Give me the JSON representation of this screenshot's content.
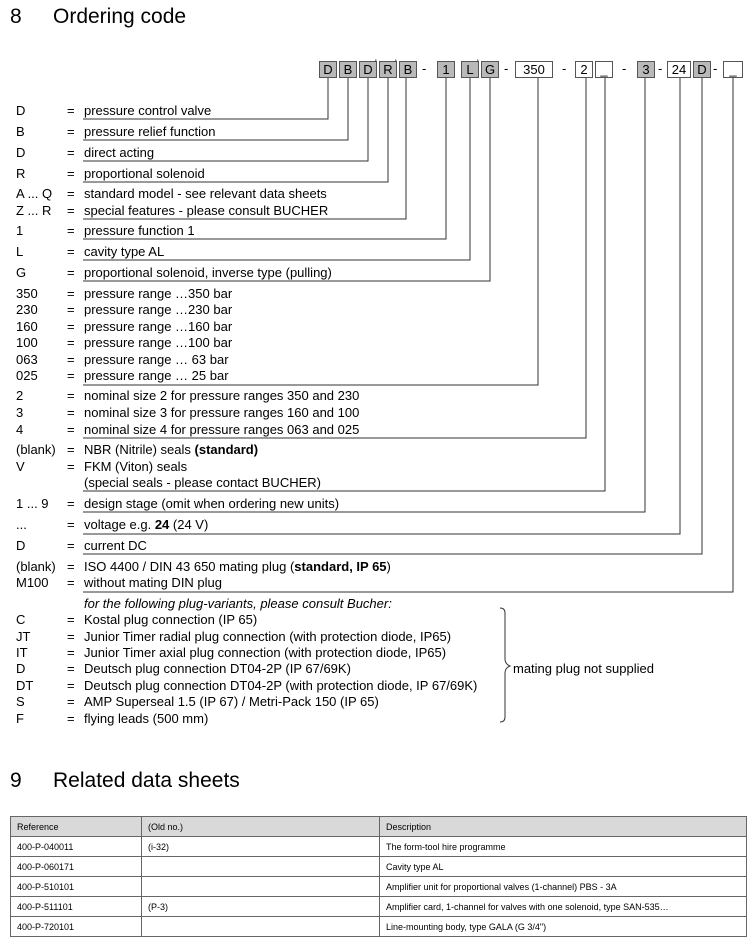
{
  "section8": {
    "number": "8",
    "title": "Ordering code"
  },
  "code_boxes": [
    {
      "label": "D",
      "color": "gray"
    },
    {
      "label": "B",
      "color": "gray"
    },
    {
      "label": "D",
      "color": "gray"
    },
    {
      "label": "R",
      "color": "gray"
    },
    {
      "label": "B",
      "color": "gray"
    },
    {
      "label": "1",
      "color": "gray"
    },
    {
      "label": "L",
      "color": "gray"
    },
    {
      "label": "G",
      "color": "gray"
    },
    {
      "label": "350",
      "color": "white"
    },
    {
      "label": "2",
      "color": "white"
    },
    {
      "label": "_",
      "color": "white"
    },
    {
      "label": "3",
      "color": "gray"
    },
    {
      "label": "24",
      "color": "white"
    },
    {
      "label": "D",
      "color": "gray"
    },
    {
      "label": "_",
      "color": "white"
    }
  ],
  "separators": [
    "-",
    "-",
    "-",
    "-",
    "-",
    "-"
  ],
  "ticks": [
    "'",
    "'",
    "'"
  ],
  "rows": [
    {
      "code": "D",
      "eq": "=",
      "desc": "pressure control valve"
    },
    {
      "code": "B",
      "eq": "=",
      "desc": "pressure relief function"
    },
    {
      "code": "D",
      "eq": "=",
      "desc": "direct acting"
    },
    {
      "code": "R",
      "eq": "=",
      "desc": "proportional solenoid"
    },
    {
      "code": "A ... Q",
      "eq": "=",
      "desc": "standard model - see relevant data sheets"
    },
    {
      "code": "Z ... R",
      "eq": "=",
      "desc": "special features - please consult BUCHER"
    },
    {
      "code": "1",
      "eq": "=",
      "desc": "pressure function 1"
    },
    {
      "code": "L",
      "eq": "=",
      "desc": "cavity type AL"
    },
    {
      "code": "G",
      "eq": "=",
      "desc": "proportional solenoid, inverse type (pulling)"
    },
    {
      "code": "350",
      "eq": "=",
      "desc": "pressure range …350 bar"
    },
    {
      "code": "230",
      "eq": "=",
      "desc": "pressure range …230 bar"
    },
    {
      "code": "160",
      "eq": "=",
      "desc": "pressure range …160 bar"
    },
    {
      "code": "100",
      "eq": "=",
      "desc": "pressure range …100 bar"
    },
    {
      "code": "063",
      "eq": "=",
      "desc": "pressure range …  63 bar"
    },
    {
      "code": "025",
      "eq": "=",
      "desc": "pressure range …  25 bar"
    },
    {
      "code": "2",
      "eq": "=",
      "desc": "nominal size 2 for pressure ranges 350 and 230"
    },
    {
      "code": "3",
      "eq": "=",
      "desc": "nominal size 3 for pressure ranges 160 and 100"
    },
    {
      "code": "4",
      "eq": "=",
      "desc": "nominal size 4 for pressure ranges 063 and 025"
    },
    {
      "code": "(blank)",
      "eq": "=",
      "desc": "NBR (Nitrile) seals ",
      "bold": "(standard)"
    },
    {
      "code": "V",
      "eq": "=",
      "desc": "FKM (Viton) seals"
    },
    {
      "code": "",
      "eq": "",
      "desc": "(special seals - please contact BUCHER)"
    },
    {
      "code": "1 ... 9",
      "eq": "=",
      "desc": "design stage (omit when ordering new units)"
    },
    {
      "code": "...",
      "eq": "=",
      "desc": "voltage e.g. ",
      "bold": "24",
      "after": " (24 V)"
    },
    {
      "code": "D",
      "eq": "=",
      "desc": "current  DC"
    },
    {
      "code": "(blank)",
      "eq": "=",
      "desc": "ISO 4400 / DIN 43 650 mating plug (",
      "bold": "standard, IP 65",
      "after": ")"
    },
    {
      "code": "M100",
      "eq": "=",
      "desc": "without mating DIN plug"
    },
    {
      "code": "",
      "eq": "",
      "desc": "for the following plug-variants, please consult Bucher:",
      "italic": true
    },
    {
      "code": "C",
      "eq": "=",
      "desc": "Kostal plug connection (IP 65)"
    },
    {
      "code": "JT",
      "eq": "=",
      "desc": "Junior Timer radial plug connection (with protection diode, IP65)"
    },
    {
      "code": "IT",
      "eq": "=",
      "desc": "Junior Timer axial plug connection (with protection diode, IP65)"
    },
    {
      "code": "D",
      "eq": "=",
      "desc": "Deutsch plug connection DT04-2P (IP 67/69K)"
    },
    {
      "code": "DT",
      "eq": "=",
      "desc": "Deutsch plug connection DT04-2P (with protection diode, IP 67/69K)"
    },
    {
      "code": "S",
      "eq": "=",
      "desc": "AMP Superseal 1.5 (IP 67) / Metri-Pack 150 (IP 65)"
    },
    {
      "code": "F",
      "eq": "=",
      "desc": "flying leads (500 mm)"
    }
  ],
  "brace_note": "mating plug not supplied",
  "section9": {
    "number": "9",
    "title": "Related data sheets"
  },
  "table": {
    "headers": [
      "Reference",
      "(Old no.)",
      "Description"
    ],
    "rows": [
      [
        "400-P-040011",
        "(i-32)",
        "The form-tool hire programme"
      ],
      [
        "400-P-060171",
        "",
        "Cavity type AL"
      ],
      [
        "400-P-510101",
        "",
        "Amplifier unit for proportional valves (1-channel) PBS - 3A"
      ],
      [
        "400-P-511101",
        "(P-3)",
        "Amplifier card, 1-channel for valves with one solenoid, type SAN-535…"
      ],
      [
        "400-P-720101",
        "",
        "Line-mounting body, type GALA (G 3/4\")"
      ]
    ]
  }
}
